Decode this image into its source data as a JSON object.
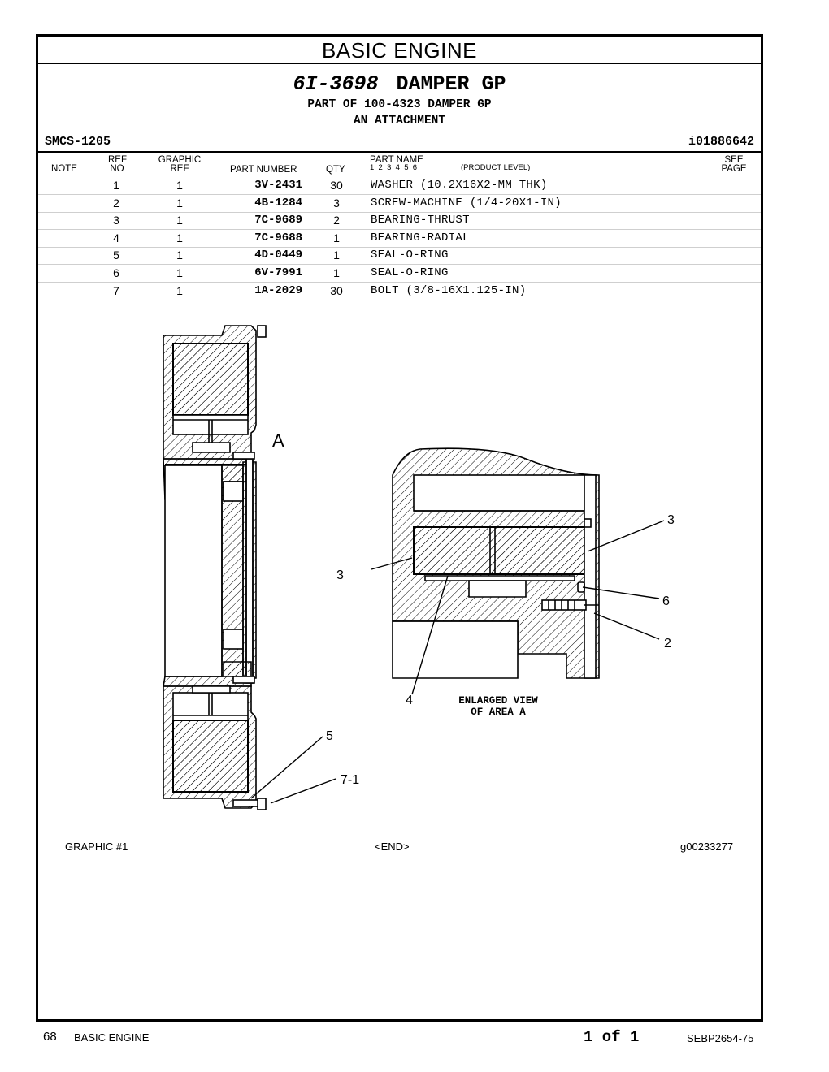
{
  "section_title": "BASIC ENGINE",
  "group": {
    "part_number": "6I-3698",
    "name": "DAMPER GP",
    "part_of": "PART OF 100-4323 DAMPER GP",
    "attachment": "AN ATTACHMENT"
  },
  "smcs": "SMCS-1205",
  "ident": "i01886642",
  "headers": {
    "note": "NOTE",
    "ref_top": "REF",
    "ref_bottom": "NO",
    "graphic_top": "GRAPHIC",
    "graphic_bottom": "REF",
    "part_number": "PART NUMBER",
    "qty": "QTY",
    "part_name": "PART NAME",
    "levels": "1  2  3  4  5  6",
    "product_level": "(PRODUCT LEVEL)",
    "see_top": "SEE",
    "see_bottom": "PAGE"
  },
  "parts": [
    {
      "ref": "1",
      "graphic": "1",
      "part_number": "3V-2431",
      "qty": "30",
      "name": "WASHER (10.2X16X2-MM THK)"
    },
    {
      "ref": "2",
      "graphic": "1",
      "part_number": "4B-1284",
      "qty": "3",
      "name": "SCREW-MACHINE (1/4-20X1-IN)"
    },
    {
      "ref": "3",
      "graphic": "1",
      "part_number": "7C-9689",
      "qty": "2",
      "name": "BEARING-THRUST"
    },
    {
      "ref": "4",
      "graphic": "1",
      "part_number": "7C-9688",
      "qty": "1",
      "name": "BEARING-RADIAL"
    },
    {
      "ref": "5",
      "graphic": "1",
      "part_number": "4D-0449",
      "qty": "1",
      "name": "SEAL-O-RING"
    },
    {
      "ref": "6",
      "graphic": "1",
      "part_number": "6V-7991",
      "qty": "1",
      "name": "SEAL-O-RING"
    },
    {
      "ref": "7",
      "graphic": "1",
      "part_number": "1A-2029",
      "qty": "30",
      "name": "BOLT (3/8-16X1.125-IN)"
    }
  ],
  "drawing": {
    "view_label": "A",
    "callouts": [
      "3",
      "3",
      "6",
      "2",
      "4",
      "5",
      "7-1"
    ],
    "enlarged_line1": "ENLARGED VIEW",
    "enlarged_line2": "OF AREA A"
  },
  "graphic_label": "GRAPHIC #1",
  "end_label": "<END>",
  "graphic_id": "g00233277",
  "footer": {
    "page": "68",
    "section": "BASIC ENGINE",
    "page_of": "1 of 1",
    "doc": "SEBP2654-75"
  }
}
